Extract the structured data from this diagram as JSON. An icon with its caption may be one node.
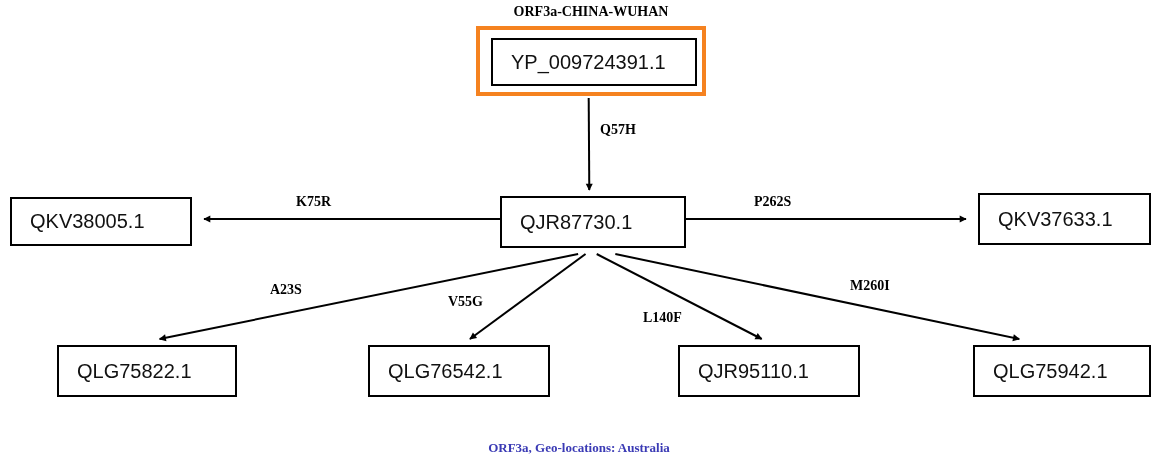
{
  "diagram": {
    "caption": "ORF3a, Geo-locations: Australia",
    "nodes": [
      {
        "text": [
          "ORF3a-CHINA-WUHAN"
        ]
      },
      {
        "text": [
          "YP_009724391.1"
        ],
        "in": 0
      },
      {
        "text": [
          "QKV38005.1"
        ]
      },
      {
        "text": [
          "QJR87730.1"
        ]
      },
      {
        "text": [
          "QKV37633.1"
        ]
      },
      {
        "text": [
          "QLG75822.1"
        ]
      },
      {
        "text": [
          "QLG76542.1"
        ]
      },
      {
        "text": [
          "QJR95110.1"
        ]
      },
      {
        "text": [
          "QLG75942.1"
        ]
      }
    ],
    "edges": [
      {
        "from": 0,
        "to": 3,
        "arrow": "to",
        "label": "Q57H"
      },
      {
        "from": 3,
        "to": 2,
        "arrow": "to",
        "label": "K75R"
      },
      {
        "from": 3,
        "to": 4,
        "arrow": "to",
        "label": "P262S"
      },
      {
        "from": 3,
        "to": 5,
        "arrow": "to",
        "label": "A23S"
      },
      {
        "from": 3,
        "to": 6,
        "arrow": "to",
        "label": "V55G"
      },
      {
        "from": 3,
        "to": 7,
        "arrow": "to",
        "label": "L140F"
      },
      {
        "from": 3,
        "to": 8,
        "arrow": "to",
        "label": "M260I"
      }
    ]
  }
}
